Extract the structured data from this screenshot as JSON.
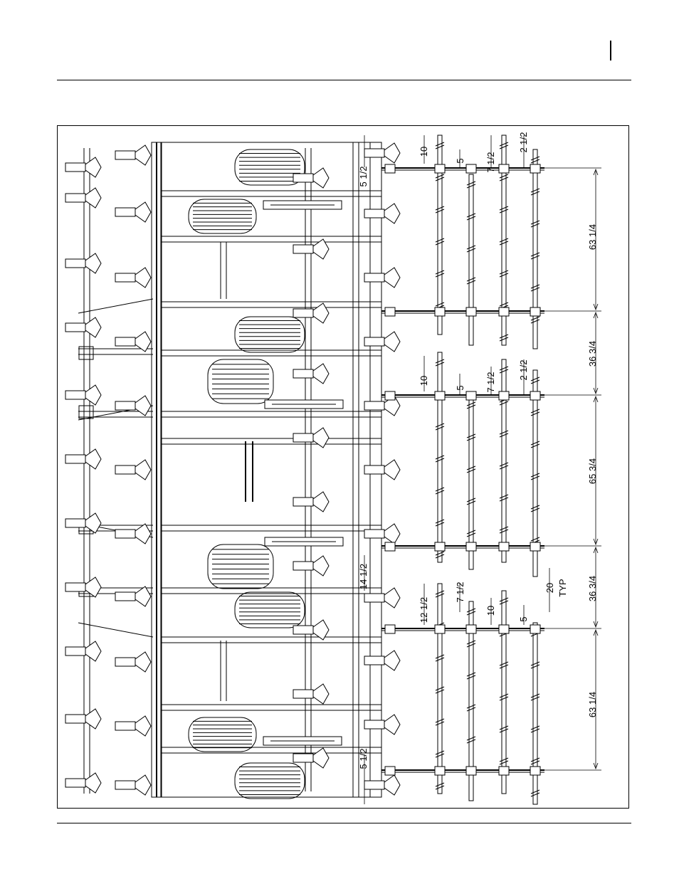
{
  "header": {
    "page_marker": ""
  },
  "dimensions": {
    "spacing_top_10": "10",
    "spacing_top_5": "5",
    "spacing_top_7_5": "7 1/2",
    "spacing_top_2_5": "2 1/2",
    "spacing_mid_10": "10",
    "spacing_mid_5": "5",
    "spacing_mid_7_5": "7 1/2",
    "spacing_mid_2_5": "2 1/2",
    "spacing_low_12_5": "12 1/2",
    "spacing_low_7_5": "7 1/2",
    "spacing_low_10": "10",
    "spacing_low_5": "5",
    "offset_top_5_5": "5 1/2",
    "offset_bottom_5_5": "5 1/2",
    "offset_14_5": "14 1/2",
    "typ_value": "20",
    "typ_label": "TYP",
    "span_63_25_top": "63 1/4",
    "span_36_75_top": "36 3/4",
    "span_65_75": "65 3/4",
    "span_36_75_bottom": "36 3/4",
    "span_63_25_bottom": "63 1/4"
  },
  "colors": {
    "line": "#000000",
    "background": "#ffffff"
  }
}
